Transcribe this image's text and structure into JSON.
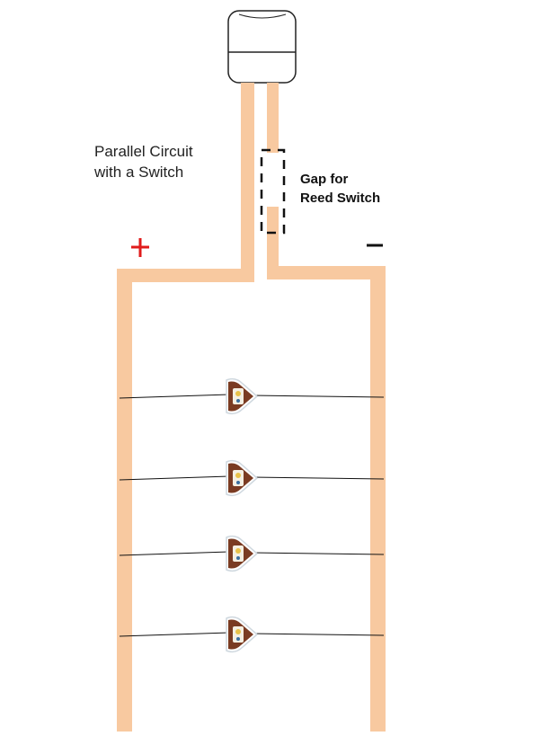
{
  "diagram": {
    "title": "Parallel Circuit\nwith a Switch",
    "gap_label": "Gap for\nReed Switch",
    "positive_symbol": "+",
    "negative_symbol": "–",
    "led_count": 4,
    "colors": {
      "trace": "#f8c9a0",
      "positive": "#e01b1b",
      "negative": "#111111",
      "led_body": "#7a3b22",
      "wire": "#111111"
    }
  }
}
